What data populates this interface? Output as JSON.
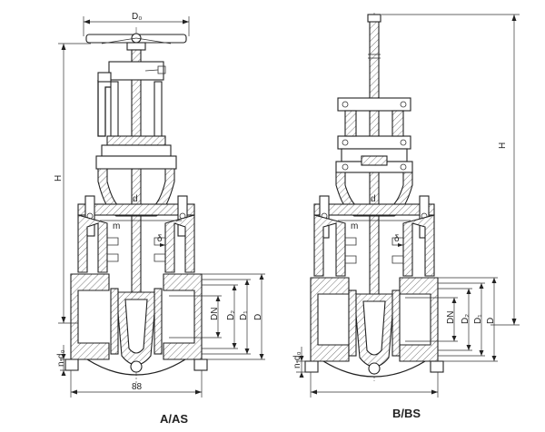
{
  "view_a": {
    "caption": "A/AS",
    "labels": {
      "handwheel_dia": "D₀",
      "height": "H",
      "stem_dia": "d",
      "wall_m": "m",
      "gap_s": "δ",
      "nominal_dia": "DN",
      "d2": "D₂",
      "d1": "D₁",
      "d_outer": "D",
      "bolt_holes": "n-d₀",
      "length": "88"
    }
  },
  "view_b": {
    "caption": "B/BS",
    "labels": {
      "height": "H",
      "stem_dia": "d",
      "wall_m": "m",
      "gap_s": "δ",
      "nominal_dia": "DN",
      "d2": "D₂",
      "d1": "D₁",
      "d_outer": "D",
      "bolt_holes": "n-d₀"
    }
  }
}
